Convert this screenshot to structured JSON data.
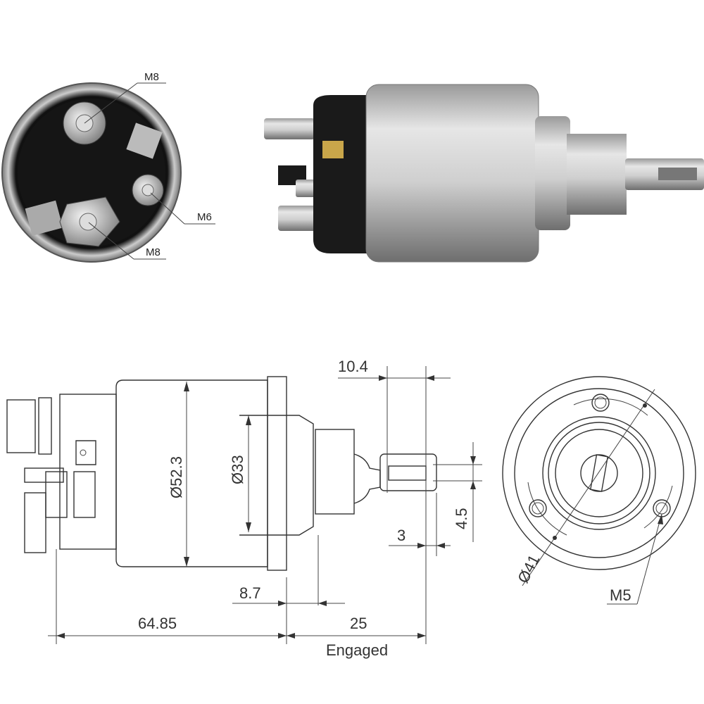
{
  "photo_end_view": {
    "labels": {
      "terminal_top": "M8",
      "terminal_side": "M6",
      "terminal_bottom": "M8"
    }
  },
  "side_drawing": {
    "dimensions": {
      "stroke_offset": "10.4",
      "body_diameter": "Ø52.3",
      "boss_diameter": "Ø33",
      "slot_width": "4.5",
      "slot_end": "3",
      "flange_to_step": "8.7",
      "body_length": "64.85",
      "plunger_length": "25",
      "plunger_state": "Engaged"
    }
  },
  "end_drawing": {
    "dimensions": {
      "bolt_circle": "Ø41",
      "hole_thread": "M5"
    }
  },
  "colors": {
    "line": "#333333",
    "silver": "#c8c8c8",
    "black_cap": "#1a1a1a"
  }
}
